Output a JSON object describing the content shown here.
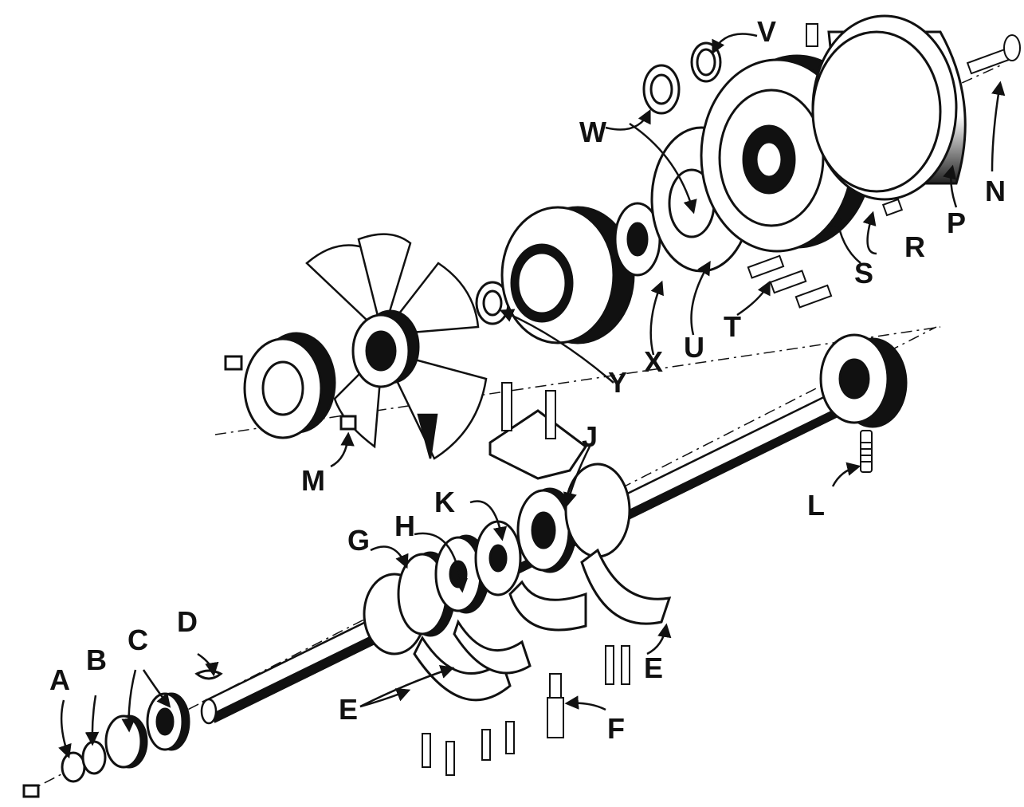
{
  "diagram": {
    "labels": {
      "A": "A",
      "B": "B",
      "C": "C",
      "D": "D",
      "E": "E",
      "F": "F",
      "G": "G",
      "H": "H",
      "J": "J",
      "K": "K",
      "L": "L",
      "M": "M",
      "N": "N",
      "P": "P",
      "R": "R",
      "S": "S",
      "T": "T",
      "U": "U",
      "V": "V",
      "W": "W",
      "X": "X",
      "Y": "Y"
    },
    "ink_color": "#111111",
    "paper_color": "#ffffff"
  }
}
